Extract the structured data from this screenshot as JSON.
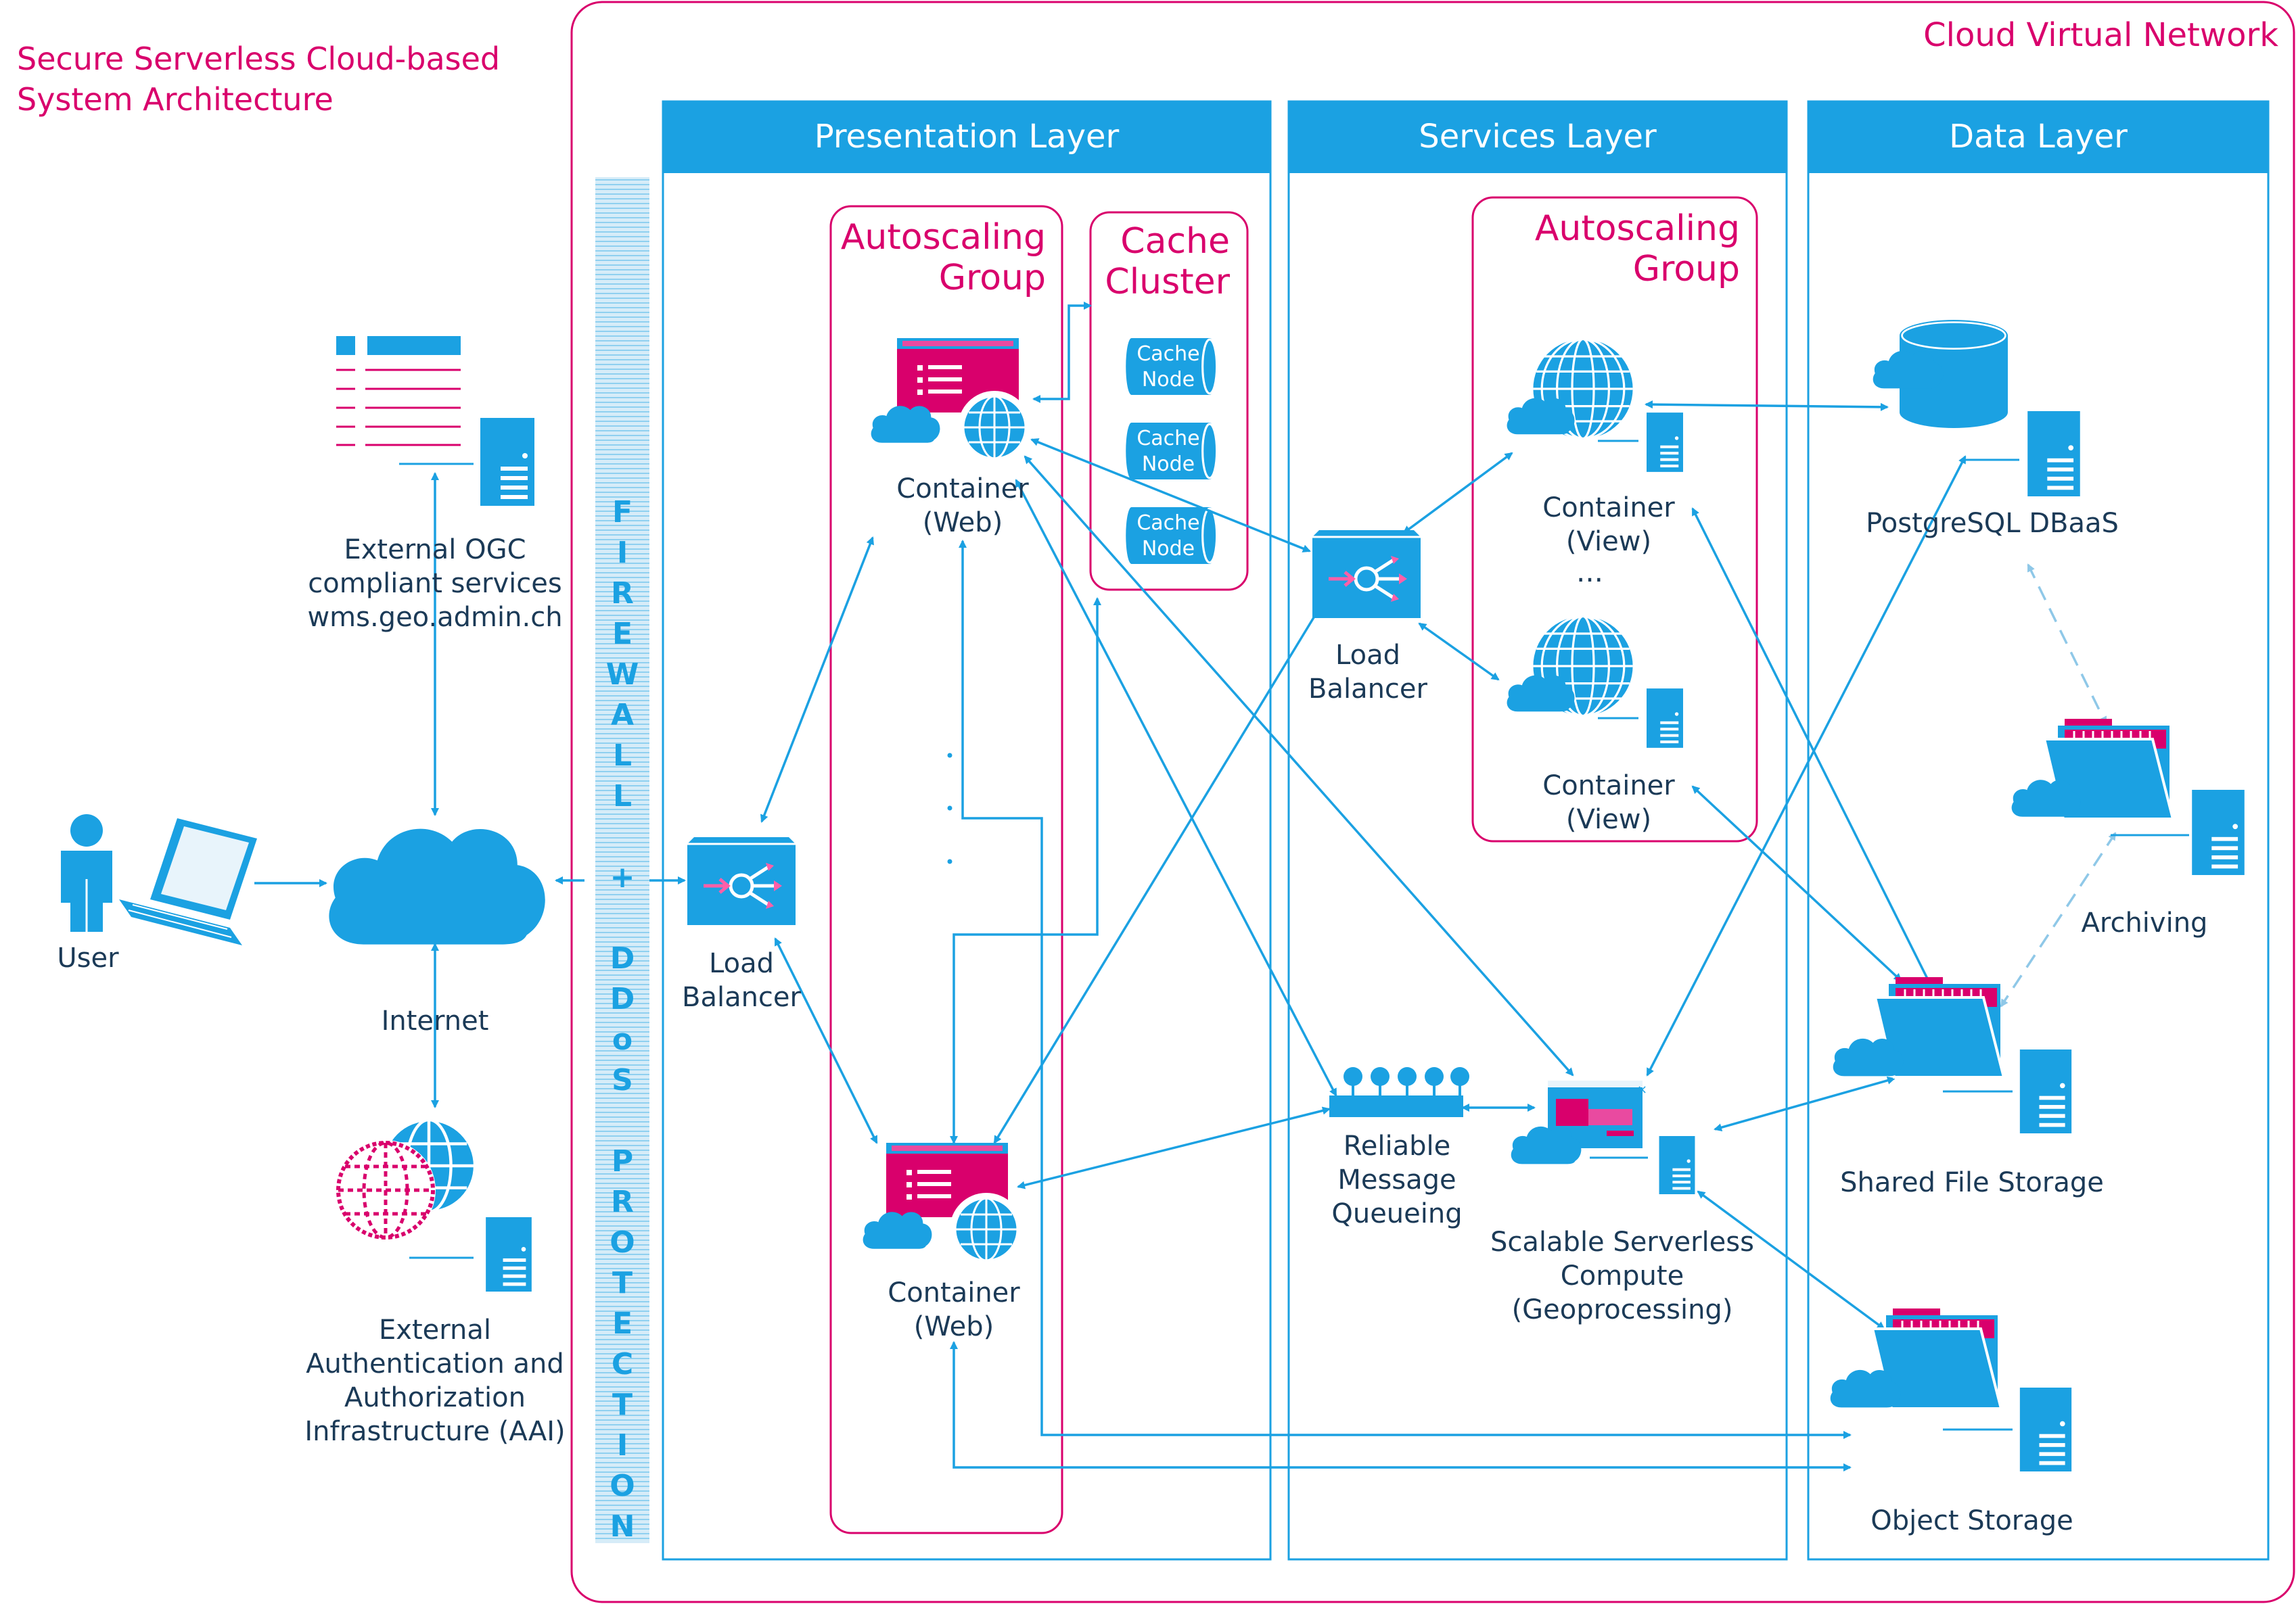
{
  "title_line1": "Secure Serverless Cloud-based",
  "title_line2": "System Architecture",
  "network_label": "Cloud Virtual Network",
  "firewall_letters": [
    "F",
    "I",
    "R",
    "E",
    "W",
    "A",
    "L",
    "L",
    "+",
    "D",
    "D",
    "o",
    "S",
    "P",
    "R",
    "O",
    "T",
    "E",
    "C",
    "T",
    "I",
    "O",
    "N"
  ],
  "layers": {
    "presentation": "Presentation Layer",
    "services": "Services Layer",
    "data": "Data Layer"
  },
  "user": "User",
  "internet": "Internet",
  "ogc": [
    "External OGC",
    "compliant services",
    "wms.geo.admin.ch"
  ],
  "aai": [
    "External",
    "Authentication and",
    "Authorization",
    "Infrastructure (AAI)"
  ],
  "lb_presentation": [
    "Load",
    "Balancer"
  ],
  "lb_services": [
    "Load",
    "Balancer"
  ],
  "asg_presentation": [
    "Autoscaling",
    "Group"
  ],
  "asg_services": [
    "Autoscaling",
    "Group"
  ],
  "cache_cluster": [
    "Cache",
    "Cluster"
  ],
  "cache_node": [
    "Cache",
    "Node"
  ],
  "container_web": [
    "Container",
    "(Web)"
  ],
  "container_view": [
    "Container",
    "(View)"
  ],
  "ellipsis": "...",
  "mq": [
    "Reliable",
    "Message",
    "Queueing"
  ],
  "compute": [
    "Scalable Serverless",
    "Compute",
    "(Geoprocessing)"
  ],
  "postgres": "PostgreSQL DBaaS",
  "archiving": "Archiving",
  "shared_storage": "Shared File Storage",
  "object_storage": "Object Storage",
  "colors": {
    "accent_blue": "#1ba1e2",
    "magenta": "#d9006c",
    "text_navy": "#1b3a57",
    "dashed_light_blue": "#8fc8e8"
  },
  "icons": [
    "laptop-icon",
    "person-icon",
    "cloud-icon",
    "server-icon",
    "globe-icon",
    "web-window-icon",
    "database-icon",
    "folder-icon",
    "load-balancer-icon",
    "message-queue-icon",
    "serverless-window-icon",
    "aai-globe-icon",
    "document-icon",
    "cache-node-icon"
  ]
}
